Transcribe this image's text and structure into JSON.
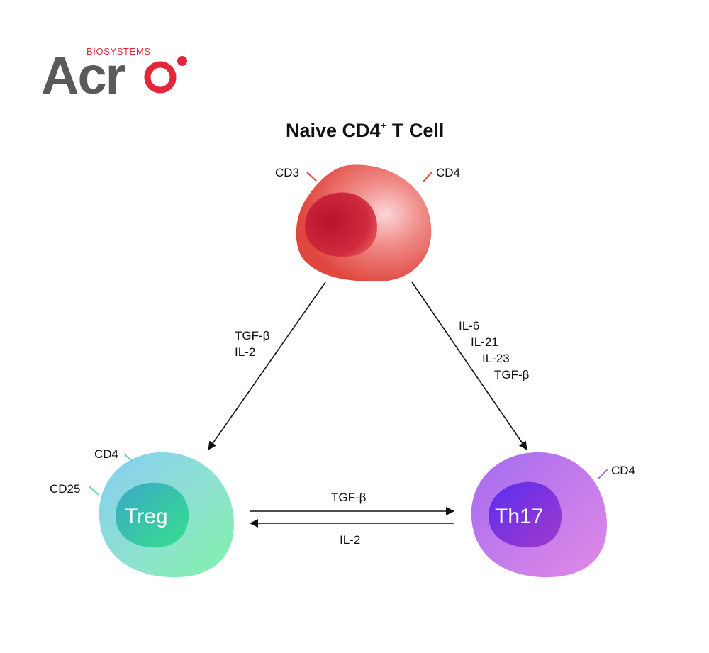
{
  "logo": {
    "tagline": "BIOSYSTEMS",
    "wordmark_main": "Acr",
    "wordmark_o": "o",
    "colors": {
      "gray": "#5a5a5a",
      "red": "#e0283a"
    }
  },
  "title": {
    "main": "Naive CD4",
    "superscript": "+",
    "suffix": " T Cell"
  },
  "cells": {
    "naive": {
      "markers": {
        "left": "CD3",
        "right": "CD4"
      },
      "colors": {
        "body": "#e8584e",
        "nucleus": "#c2182f"
      }
    },
    "treg": {
      "name": "Treg",
      "markers": {
        "top": "CD4",
        "left": "CD25"
      },
      "colors": {
        "body": "#8ee6c8",
        "nucleus": "#2fc6a0"
      }
    },
    "th17": {
      "name": "Th17",
      "markers": {
        "right": "CD4"
      },
      "colors": {
        "body": "#b46ae0",
        "nucleus": "#6a2ee0"
      }
    }
  },
  "arrows": {
    "naive_to_treg": [
      "TGF-β",
      "IL-2"
    ],
    "naive_to_th17": [
      "IL-6",
      "IL-21",
      "IL-23",
      "TGF-β"
    ],
    "treg_to_th17": "TGF-β",
    "th17_to_treg": "IL-2"
  }
}
